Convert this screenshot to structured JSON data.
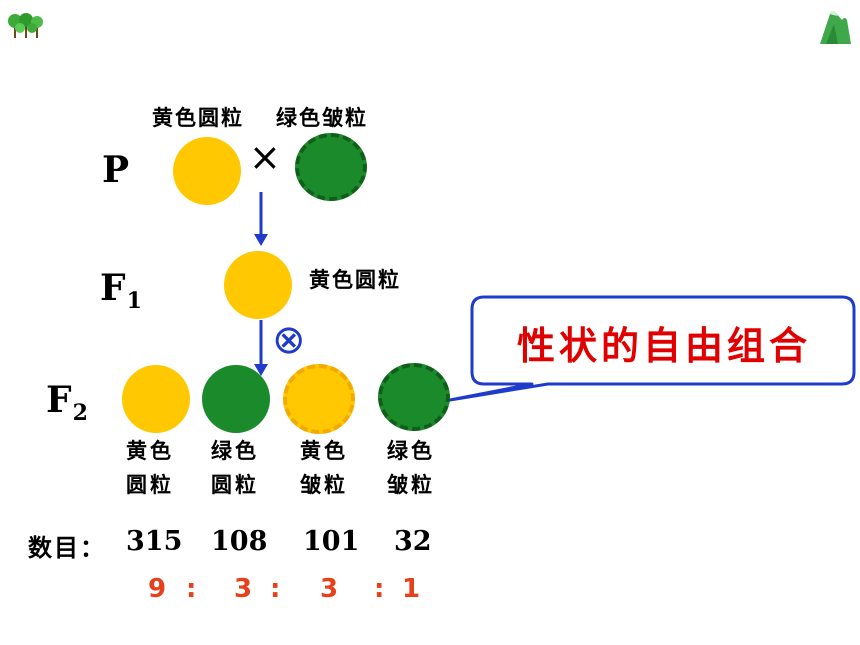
{
  "labels": {
    "parent_yellow_round": "黄色圆粒",
    "parent_green_wrinkled": "绿色皱粒",
    "cross_symbol": "×",
    "f1_phenotype": "黄色圆粒",
    "self_symbol": "⊗",
    "callout": "性状的自由组合"
  },
  "generations": {
    "p": "P",
    "f1_base": "F",
    "f1_sub": "1",
    "f2_base": "F",
    "f2_sub": "2"
  },
  "f2_phenotypes": [
    {
      "line1": "黄色",
      "line2": "圆粒"
    },
    {
      "line1": "绿色",
      "line2": "圆粒"
    },
    {
      "line1": "黄色",
      "line2": "皱粒"
    },
    {
      "line1": "绿色",
      "line2": "皱粒"
    }
  ],
  "counts": {
    "label": "数目：",
    "values": [
      "315",
      "108",
      "101",
      "32"
    ]
  },
  "ratio": {
    "values": [
      "9",
      "3",
      "3",
      "1"
    ],
    "separator": ":"
  },
  "colors": {
    "yellow_pea": "#ffc800",
    "green_pea": "#1a8a2a",
    "arrow": "#1f3bcc",
    "callout_border": "#1f3bcc",
    "callout_text": "#e00000",
    "ratio_text": "#e8401a"
  },
  "icons": {
    "top_left": "tree-cluster-icon",
    "top_right": "mountain-icon"
  }
}
